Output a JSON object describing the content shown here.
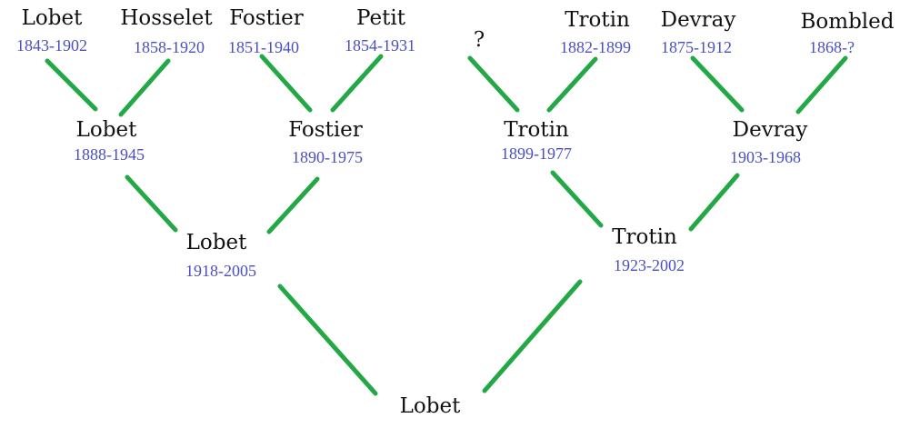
{
  "gen3": [
    {
      "name": "Lobet",
      "dates": "1843-1902"
    },
    {
      "name": "Hosselet",
      "dates": "1858-1920"
    },
    {
      "name": "Fostier",
      "dates": "1851-1940"
    },
    {
      "name": "Petit",
      "dates": "1854-1931"
    },
    {
      "name": "?"
    },
    {
      "name": "Trotin",
      "dates": "1882-1899"
    },
    {
      "name": "Devray",
      "dates": "1875-1912"
    },
    {
      "name": "Bombled",
      "dates": "1868-?"
    }
  ],
  "gen2": [
    {
      "name": "Lobet",
      "dates": "1888-1945"
    },
    {
      "name": "Fostier",
      "dates": "1890-1975"
    },
    {
      "name": "Trotin",
      "dates": "1899-1977"
    },
    {
      "name": "Devray",
      "dates": "1903-1968"
    }
  ],
  "gen1": [
    {
      "name": "Lobet",
      "dates": "1918-2005"
    },
    {
      "name": "Trotin",
      "dates": "1923-2002"
    }
  ],
  "root": {
    "name": "Lobet"
  },
  "colors": {
    "line": "#22a845",
    "dates": "#4a4fbf",
    "names": "#111111"
  }
}
